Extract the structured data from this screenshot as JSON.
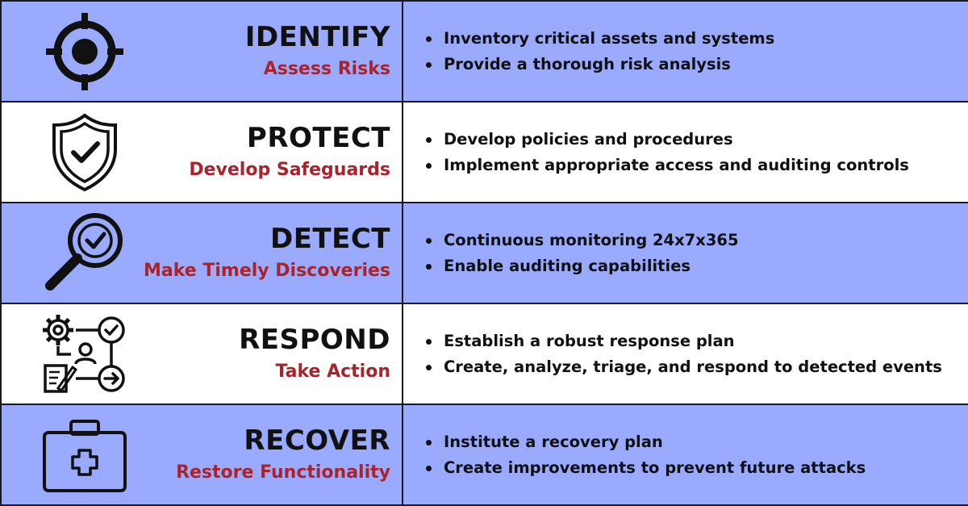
{
  "colors": {
    "blue_row": "#99aaff",
    "white_row": "#ffffff",
    "subtitle": "#a9232c",
    "text": "#111111"
  },
  "rows": [
    {
      "icon": "target-icon",
      "title": "IDENTIFY",
      "subtitle": "Assess Risks",
      "bullets": [
        "Inventory critical assets and systems",
        "Provide a thorough risk analysis"
      ]
    },
    {
      "icon": "shield-check-icon",
      "title": "PROTECT",
      "subtitle": "Develop Safeguards",
      "bullets": [
        "Develop policies and procedures",
        "Implement appropriate access and auditing controls"
      ]
    },
    {
      "icon": "magnifier-check-icon",
      "title": "DETECT",
      "subtitle": "Make Timely Discoveries",
      "bullets": [
        "Continuous monitoring 24x7x365",
        "Enable auditing capabilities"
      ]
    },
    {
      "icon": "workflow-icon",
      "title": "RESPOND",
      "subtitle": "Take Action",
      "bullets": [
        "Establish a robust response plan",
        "Create, analyze, triage, and respond to detected events"
      ]
    },
    {
      "icon": "first-aid-kit-icon",
      "title": "RECOVER",
      "subtitle": "Restore Functionality",
      "bullets": [
        "Institute a recovery plan",
        "Create improvements to prevent future attacks"
      ]
    }
  ]
}
